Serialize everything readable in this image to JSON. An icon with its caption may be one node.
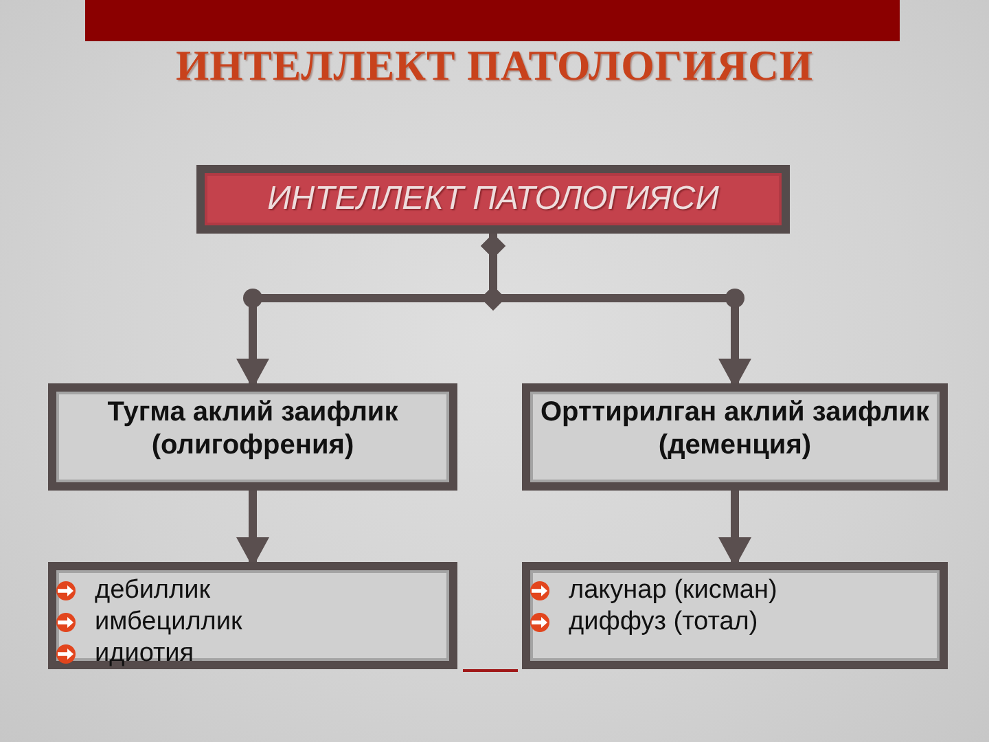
{
  "diagram": {
    "title": "ИНТЕЛЛЕКТ ПАТОЛОГИЯСИ",
    "nodes": [
      {
        "text": [
          "ИНТЕЛЛЕКТ ПАТОЛОГИЯСИ"
        ]
      },
      {
        "text": [
          "Тугма аклий заифлик (олигофрения)"
        ]
      },
      {
        "text": [
          "Орттирилган аклий заифлик (деменция)"
        ]
      },
      {
        "text": [
          "дебиллик",
          "имбециллик",
          "идиотия"
        ]
      },
      {
        "text": [
          "лакунар (кисман)",
          "диффуз (тотал)"
        ]
      }
    ],
    "edges": [
      {
        "from": 0,
        "to": 1,
        "arrow": "to"
      },
      {
        "from": 0,
        "to": 2,
        "arrow": "to"
      },
      {
        "from": 1,
        "to": 3,
        "arrow": "to"
      },
      {
        "from": 2,
        "to": 4,
        "arrow": "to"
      }
    ]
  }
}
